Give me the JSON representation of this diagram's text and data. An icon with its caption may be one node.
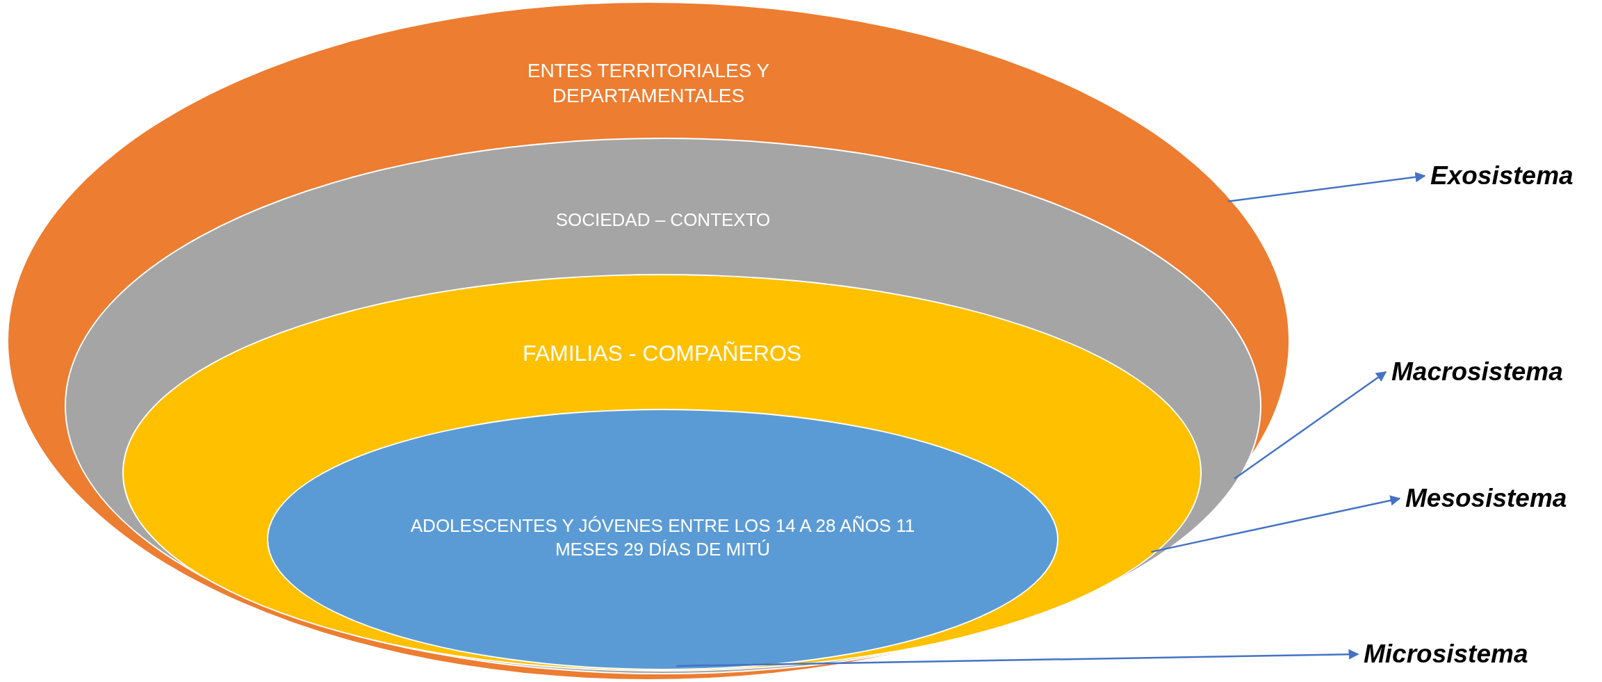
{
  "diagram": {
    "nodes": [
      {
        "text": [
          "ENTES TERRITORIALES Y DEPARTAMENTALES"
        ]
      },
      {
        "text": [
          "SOCIEDAD – CONTEXTO"
        ],
        "in": 0
      },
      {
        "text": [
          "FAMILIAS - COMPAÑEROS"
        ],
        "in": 1
      },
      {
        "text": [
          "ADOLESCENTES Y JÓVENES ENTRE LOS 14 A 28 AÑOS 11 MESES 29 DÍAS DE MITÚ"
        ],
        "in": 2
      },
      {
        "text": [
          "Exosistema"
        ]
      },
      {
        "text": [
          "Macrosistema"
        ]
      },
      {
        "text": [
          "Mesosistema"
        ]
      },
      {
        "text": [
          "Microsistema"
        ]
      }
    ],
    "edges": [
      {
        "from": 0,
        "to": 4,
        "arrow": "to"
      },
      {
        "from": 1,
        "to": 5,
        "arrow": "to"
      },
      {
        "from": 2,
        "to": 6,
        "arrow": "to"
      },
      {
        "from": 3,
        "to": 7,
        "arrow": "to"
      }
    ]
  }
}
